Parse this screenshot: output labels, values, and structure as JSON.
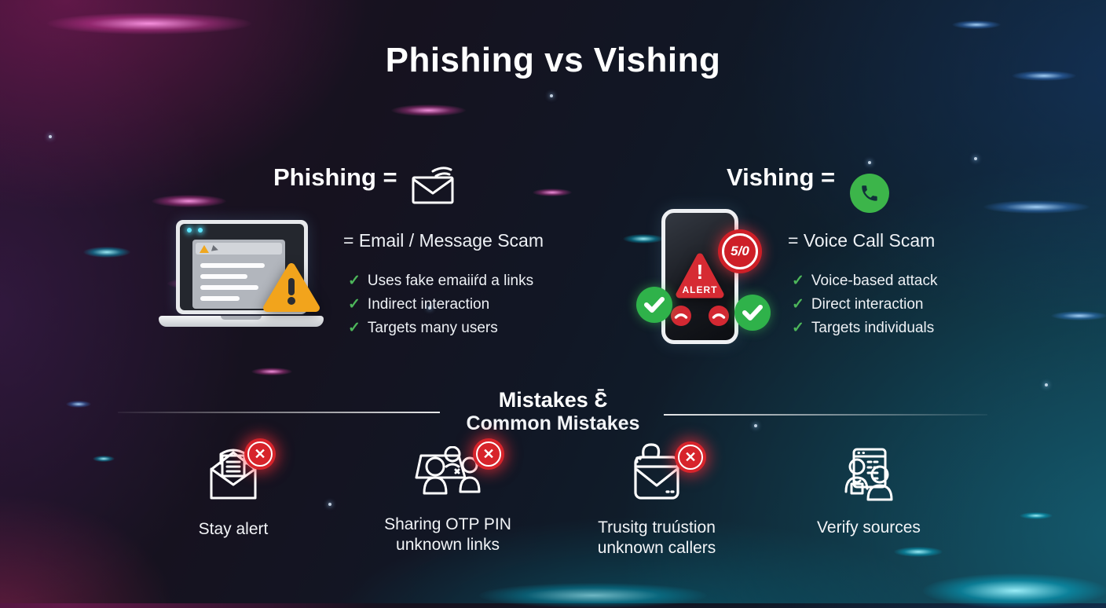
{
  "title": "Phishing vs Vishing",
  "glyphs": {
    "check": "✓",
    "x": "✕"
  },
  "phishing": {
    "heading": "Phishing =",
    "equals_line": "= Email / Message Scam",
    "points": [
      "Uses fake emaiiŕd a links",
      "Indirect interaction",
      "Targets many users"
    ]
  },
  "vishing": {
    "heading": "Vishing =",
    "equals_line": "= Voice Call Scam",
    "points": [
      "Voice-based attack",
      "Direct interaction",
      "Targets individuals"
    ],
    "phone_exclamation": "!",
    "phone_alert_label": "ALERT",
    "phone_badge": "5/0"
  },
  "mistakes_section": {
    "heading_line1": "Mistakes Ɛ̄",
    "heading_line2": "Common Mistakes",
    "items": [
      {
        "icon": "open-envelope-icon",
        "line1": "Stay alert",
        "line2": ""
      },
      {
        "icon": "people-group-icon",
        "line1": "Sharing OTP PIN",
        "line2": "unknown links"
      },
      {
        "icon": "envelope-person-icon",
        "line1": "Trusitg truústion",
        "line2": "unknown callers"
      },
      {
        "icon": "people-window-icon",
        "line1": "Verify sources",
        "line2": ""
      }
    ]
  },
  "colors": {
    "accent_green": "#3cb54a",
    "alert_red": "#d8232b",
    "warning_yellow": "#f2a41c",
    "text_white": "#f3f5f8"
  }
}
